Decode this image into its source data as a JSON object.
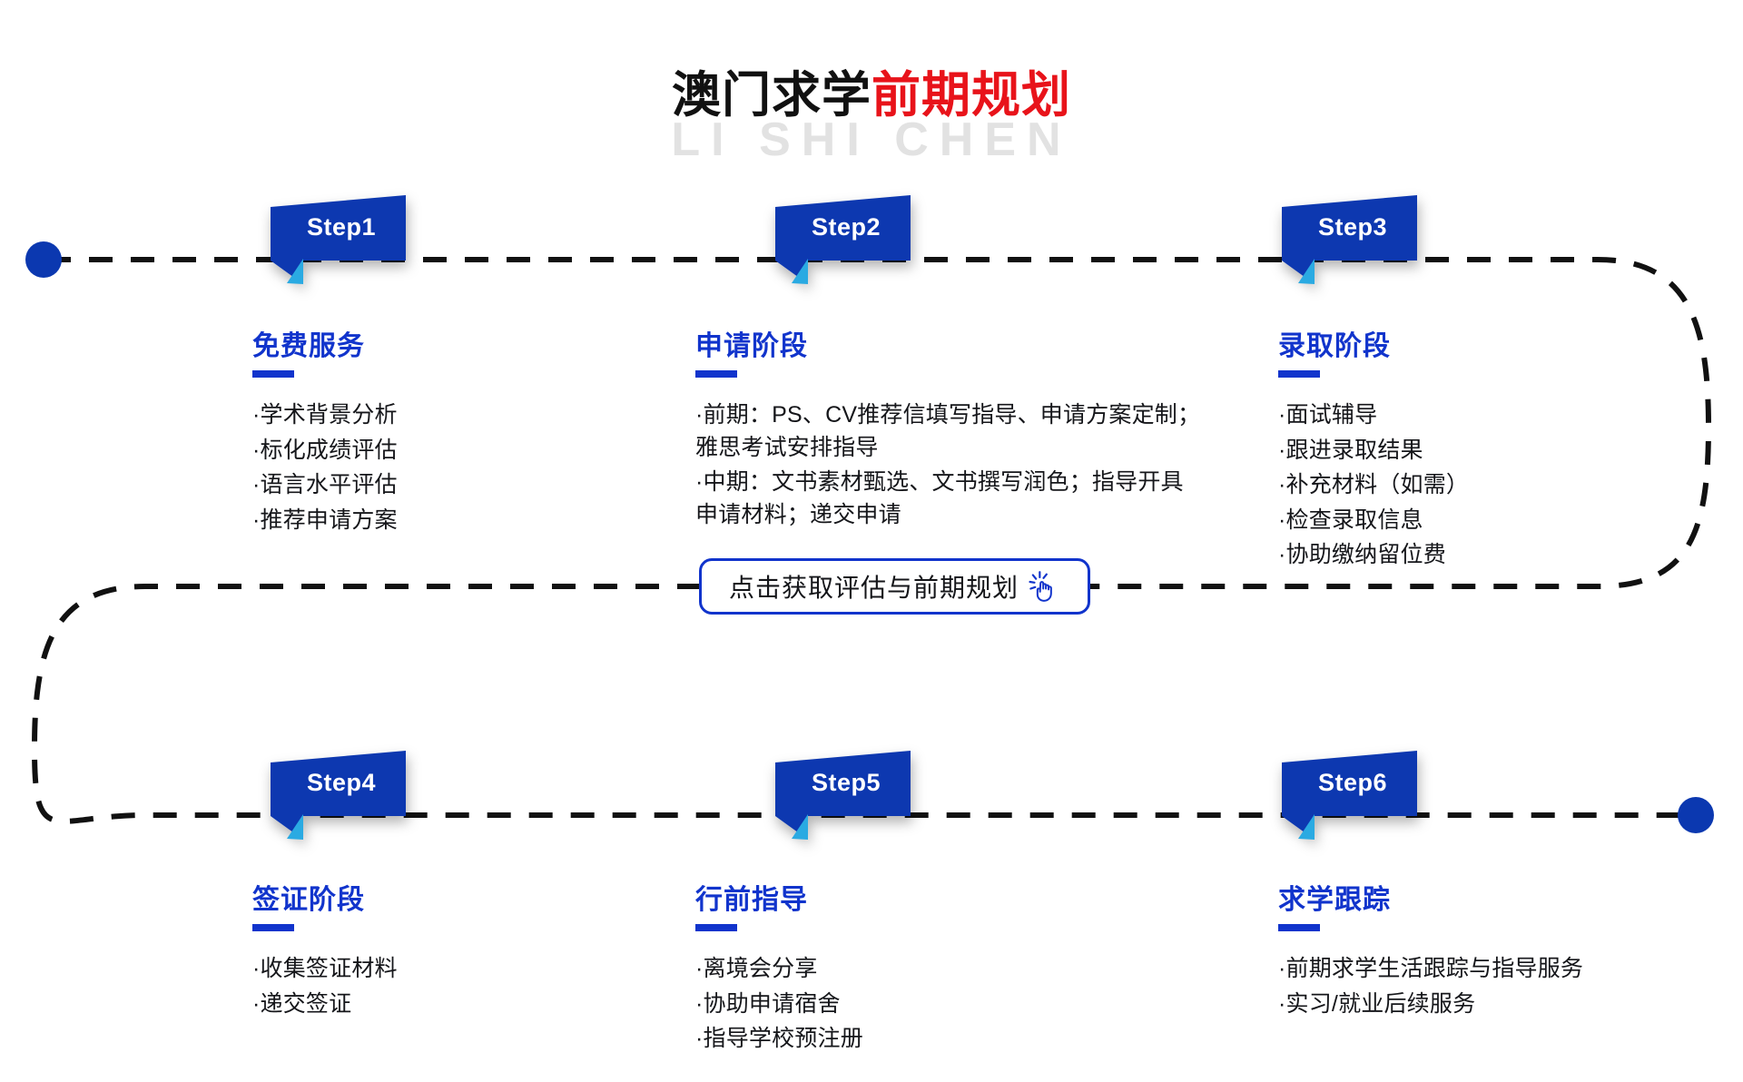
{
  "title": {
    "black_part": "澳门求学",
    "red_part": "前期规划",
    "watermark": "LI SHI CHEN"
  },
  "colors": {
    "badge_blue": "#0b38b0",
    "badge_tail_cyan": "#2aaae2",
    "heading_blue": "#1134cc",
    "title_red": "#e8131a",
    "path_dash": "#111111",
    "endpoint_dot": "#0b38b0",
    "watermark_gray": "#e2e2e2"
  },
  "path": {
    "start_dot_name": "path-start-dot",
    "end_dot_name": "path-end-dot"
  },
  "steps": [
    {
      "badge": "Step1",
      "heading": "免费服务",
      "items": [
        "·学术背景分析",
        "·标化成绩评估",
        "·语言水平评估",
        "·推荐申请方案"
      ]
    },
    {
      "badge": "Step2",
      "heading": "申请阶段",
      "items": [
        "·前期：PS、CV推荐信填写指导、申请方案定制；\n雅思考试安排指导",
        "·中期：文书素材甄选、文书撰写润色；指导开具\n申请材料；递交申请"
      ]
    },
    {
      "badge": "Step3",
      "heading": "录取阶段",
      "items": [
        "·面试辅导",
        "·跟进录取结果",
        "·补充材料（如需）",
        "·检查录取信息",
        "·协助缴纳留位费"
      ]
    },
    {
      "badge": "Step4",
      "heading": "签证阶段",
      "items": [
        "·收集签证材料",
        "·递交签证"
      ]
    },
    {
      "badge": "Step5",
      "heading": "行前指导",
      "items": [
        "·离境会分享",
        "·协助申请宿舍",
        "·指导学校预注册"
      ]
    },
    {
      "badge": "Step6",
      "heading": "求学跟踪",
      "items": [
        "·前期求学生活跟踪与指导服务",
        "·实习/就业后续服务"
      ]
    }
  ],
  "cta": {
    "label": "点击获取评估与前期规划",
    "icon": "tap-hand-icon"
  }
}
